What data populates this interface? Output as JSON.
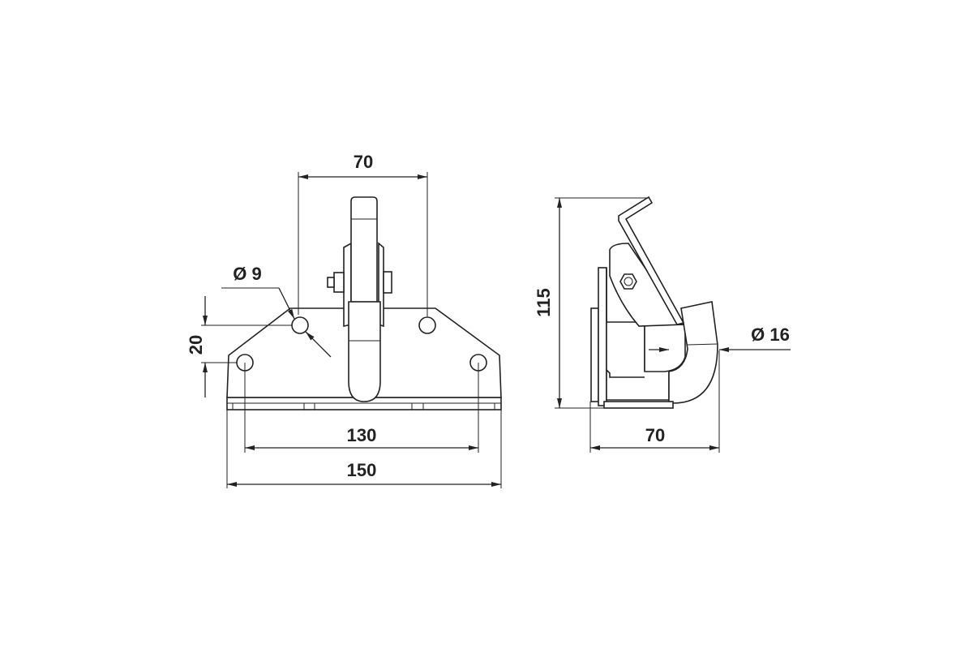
{
  "drawing": {
    "front_view": {
      "dim_top_width": "70",
      "dim_hole_spacing": "130",
      "dim_overall_width": "150",
      "dim_hole_offset": "20",
      "dim_hole_diameter": "Ø 9"
    },
    "side_view": {
      "dim_height": "115",
      "dim_depth": "70",
      "dim_pipe_diameter": "Ø 16"
    },
    "colors": {
      "line": "#222222",
      "background": "#ffffff"
    }
  }
}
